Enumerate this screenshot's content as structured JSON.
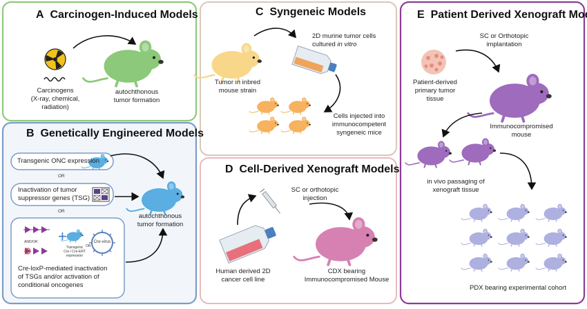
{
  "panels": {
    "a": {
      "letter": "A",
      "title": "Carcinogen-Induced Models",
      "carcinogens": [
        "Carcinogens",
        "(X-ray, chemical,",
        "radiation)"
      ],
      "outcome": [
        "autochthonous",
        "tumor formation"
      ]
    },
    "b": {
      "letter": "B",
      "title": "Genetically Engineered Models",
      "transgenic": "Transgenic ONC expression",
      "or_1": "OR",
      "inactivation": [
        "Inactivation of tumor",
        "suppressor genes (TSG)"
      ],
      "or_2": "OR",
      "and_or": "AND/OR",
      "or_small": "OR",
      "transgenic_small": [
        "Transgenic",
        "Cre / Cre-ERT",
        "expression"
      ],
      "cre_virus": "Cre-virus",
      "cre_lox": [
        "Cre-loxP-mediated inactivation",
        "of TSGs and/or activation of",
        "conditional oncogenes"
      ],
      "outcome": [
        "autochthonous",
        "tumor formation"
      ]
    },
    "c": {
      "letter": "C",
      "title": "Syngeneic Models",
      "culture_line1": "2D murine tumor cells",
      "culture_line2_prefix": "cultured ",
      "culture_line2_italic": "in vitro",
      "tumor": [
        "Tumor in inbred",
        "mouse strain"
      ],
      "injected": [
        "Cells injected into",
        "immunocompetent",
        "syngeneic mice"
      ]
    },
    "d": {
      "letter": "D",
      "title": "Cell-Derived Xenograft Models",
      "injection": [
        "SC or orthotopic",
        "injection"
      ],
      "cell_line": [
        "Human derived 2D",
        "cancer cell line"
      ],
      "cdx": [
        "CDX bearing",
        "Immunocompromised Mouse"
      ]
    },
    "e": {
      "letter": "E",
      "title": "Patient Derived Xenograft Models",
      "implant": [
        "SC or Orthotopic",
        "implantation"
      ],
      "tissue": [
        "Patient-derived",
        "primary tumor",
        "tissue"
      ],
      "immuno": [
        "Immunocompromised",
        "mouse"
      ],
      "passaging": [
        "in vivo passaging of",
        "xenograft tissue"
      ],
      "cohort": "PDX bearing experimental cohort"
    }
  },
  "colors": {
    "panel_a_border": "#8cc97a",
    "panel_b_border": "#7b9cc6",
    "panel_b_fill": "#f2f6fb",
    "panel_c_border": "#d9c7b8",
    "panel_d_border": "#e8b9c0",
    "panel_e_border": "#8a3c96",
    "green_mouse": "#8cc97a",
    "blue_mouse": "#5aaee2",
    "yellow_mouse": "#f8d68a",
    "orange_mouse": "#f6b25e",
    "pink_mouse": "#d781b2",
    "purple_mouse": "#9e6bbd",
    "lavender_mouse": "#aeb0e0",
    "flask_pink": "#e8707d",
    "flask_orange": "#f0a35a"
  },
  "icons": [
    "radiation-icon",
    "chemical-squiggle-icon",
    "mouse-icon",
    "cell-flask-icon",
    "syringe-icon",
    "tumor-tissue-icon",
    "dna-cassette-icon",
    "virus-icon",
    "arrow-icon"
  ]
}
